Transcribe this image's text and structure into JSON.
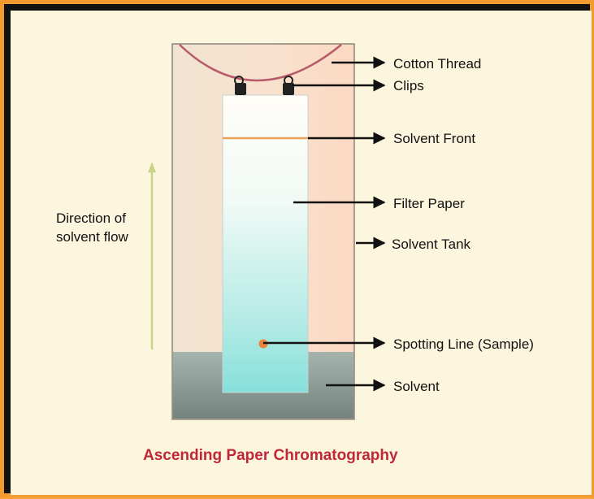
{
  "labels": {
    "cotton_thread": "Cotton Thread",
    "clips": "Clips",
    "solvent_front": "Solvent Front",
    "filter_paper": "Filter Paper",
    "solvent_tank": "Solvent Tank",
    "spotting_line": "Spotting Line (Sample)",
    "solvent": "Solvent",
    "direction_line1": "Direction of",
    "direction_line2": "solvent flow"
  },
  "title": "Ascending Paper Chromatography",
  "colors": {
    "frame": "#f39b2f",
    "background": "#fbf6dd",
    "title": "#c0283a",
    "thread": "#b85a6a",
    "solvent_front": "#e8a25a",
    "sample_spot": "#e8843a",
    "flow_arrow": "#c8d48a"
  }
}
